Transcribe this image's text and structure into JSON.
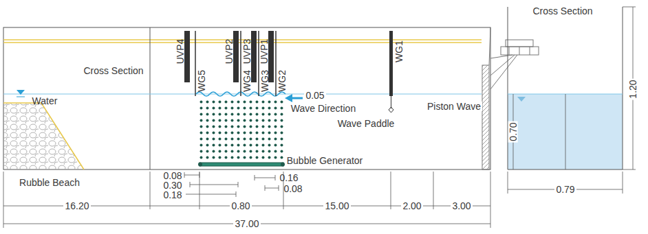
{
  "diagram": {
    "labels": [
      "UVP4",
      "UVP2",
      "UVP3",
      "UVP1",
      "WG5",
      "WG4",
      "WG3",
      "WG2",
      "WG1",
      "Cross Section",
      "Water",
      "0.05",
      "Wave Direction",
      "Piston Wave",
      "Wave Paddle",
      "Bubble Generator",
      "Rubble Beach",
      "0.08",
      "0.30",
      "0.18",
      "0.16",
      "0.08",
      "16.20",
      "0.80",
      "15.00",
      "2.00",
      "3.00",
      "37.00",
      "Cross Section",
      "0.70",
      "1.20",
      "0.79"
    ]
  }
}
